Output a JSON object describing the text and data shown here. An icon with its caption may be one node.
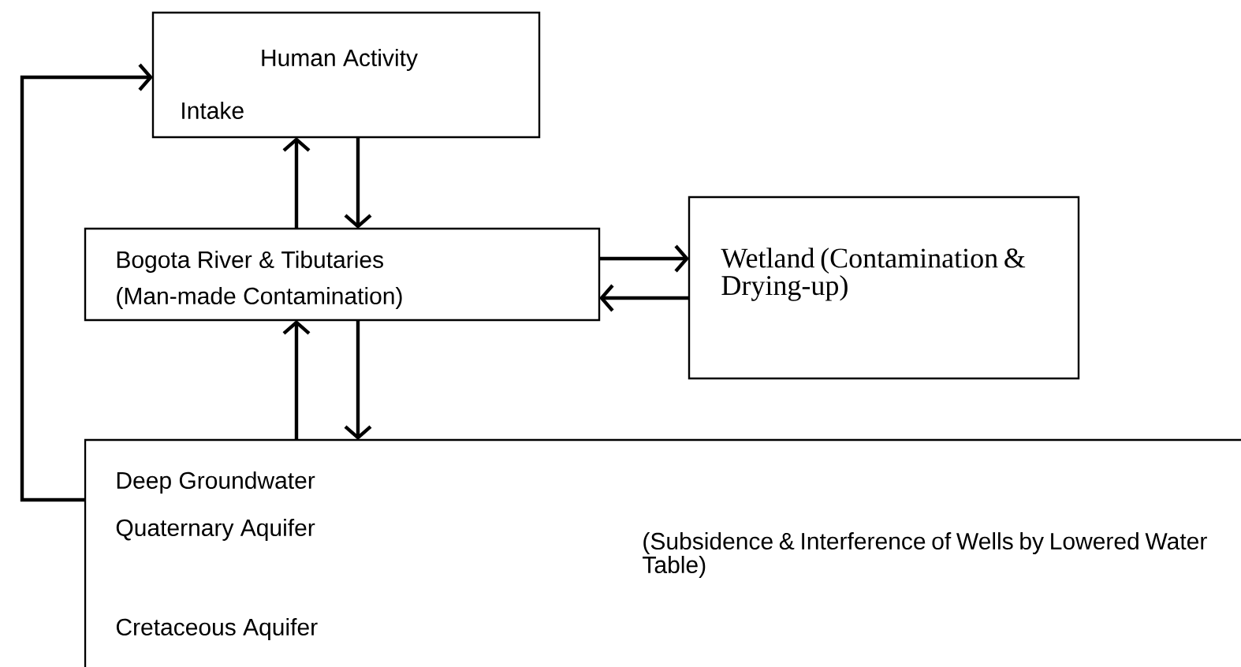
{
  "diagram": {
    "nodes": [
      {
        "text": [
          "Human Activity",
          "Intake"
        ]
      },
      {
        "text": [
          "Bogota River & Tibutaries",
          "(Man-made Contamination)"
        ]
      },
      {
        "text": [
          "Wetland (Contamination & Drying-up)"
        ]
      },
      {
        "text": [
          "Deep Groundwater",
          "Quaternary Aquifer",
          "(Subsidence & Interference of Wells by Lowered Water Table)",
          "Cretaceous Aquifer"
        ]
      }
    ],
    "edges": [
      {
        "from": 0,
        "to": 1,
        "arrow": "to"
      },
      {
        "from": 1,
        "to": 0,
        "arrow": "to"
      },
      {
        "from": 1,
        "to": 2,
        "arrow": "to"
      },
      {
        "from": 2,
        "to": 1,
        "arrow": "to"
      },
      {
        "from": 1,
        "to": 3,
        "arrow": "to"
      },
      {
        "from": 3,
        "to": 1,
        "arrow": "to"
      },
      {
        "from": 3,
        "to": 0,
        "arrow": "to"
      }
    ]
  }
}
